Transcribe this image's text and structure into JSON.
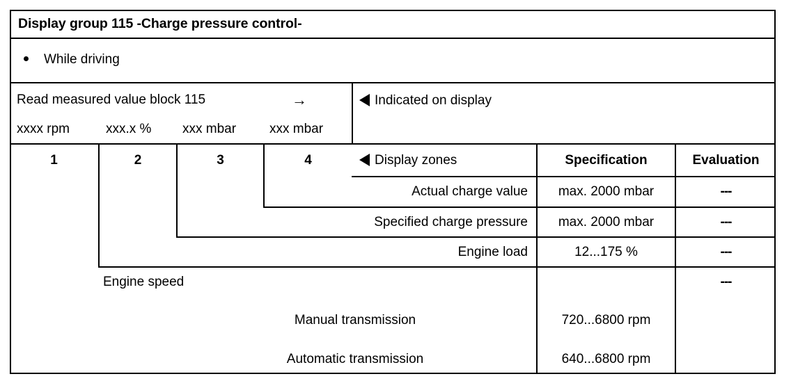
{
  "document": {
    "title": "Display group 115 -Charge pressure control-",
    "condition_bullet": "While driving",
    "read_block": {
      "instruction": "Read measured value block 115",
      "arrow_icon": "→",
      "units": [
        "xxxx rpm",
        "xxx.x %",
        "xxx mbar",
        "xxx mbar"
      ],
      "field_numbers": [
        "1",
        "2",
        "3",
        "4"
      ]
    },
    "right_header": {
      "indicated_on_display": "Indicated on display",
      "display_zones": "Display zones",
      "specification": "Specification",
      "evaluation": "Evaluation",
      "marker_icon": "◀"
    },
    "rows": [
      {
        "label": "Actual charge value",
        "specification": "max. 2000 mbar",
        "evaluation": "---"
      },
      {
        "label": "Specified charge pressure",
        "specification": "max. 2000 mbar",
        "evaluation": "---"
      },
      {
        "label": "Engine load",
        "specification": "12...175 %",
        "evaluation": "---"
      },
      {
        "label": "Engine speed",
        "specification": "",
        "evaluation": "---",
        "sub_rows": [
          {
            "label": "Manual transmission",
            "specification": "720...6800 rpm"
          },
          {
            "label": "Automatic transmission",
            "specification": "640...6800 rpm"
          }
        ]
      }
    ]
  },
  "colors": {
    "ink": "#000000",
    "paper": "#ffffff"
  }
}
